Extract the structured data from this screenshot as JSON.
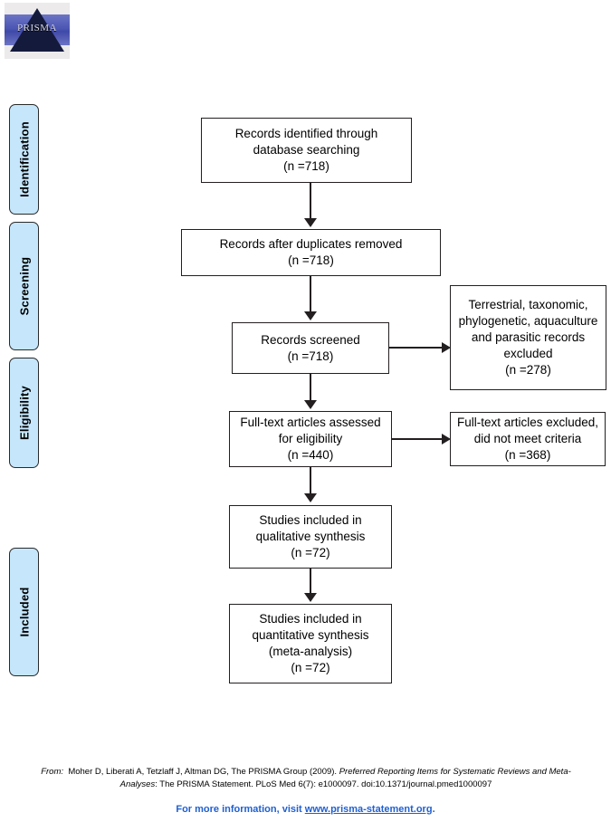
{
  "logo": {
    "name": "PRISMA",
    "wordmark": "PRISMA"
  },
  "stages": [
    {
      "id": "identification",
      "label": "Identification"
    },
    {
      "id": "screening",
      "label": "Screening"
    },
    {
      "id": "eligibility",
      "label": "Eligibility"
    },
    {
      "id": "included",
      "label": "Included"
    }
  ],
  "boxes": {
    "identified": {
      "lines": [
        "Records identified through",
        "database searching",
        "(n =718)"
      ],
      "count": 718
    },
    "duplicates": {
      "lines": [
        "Records after duplicates removed",
        "(n =718)"
      ],
      "count": 718
    },
    "screened": {
      "lines": [
        "Records screened",
        "(n =718)"
      ],
      "count": 718
    },
    "excluded_screening": {
      "lines": [
        "Terrestrial, taxonomic,",
        "phylogenetic, aquaculture",
        "and parasitic records",
        "excluded",
        "(n =278)"
      ],
      "count": 278
    },
    "fulltext": {
      "lines": [
        "Full-text articles assessed",
        "for eligibility",
        "(n =440)"
      ],
      "count": 440
    },
    "excluded_eligibility": {
      "lines": [
        "Full-text articles excluded,",
        "did not meet criteria",
        "(n =368)"
      ],
      "count": 368
    },
    "qualitative": {
      "lines": [
        "Studies included in",
        "qualitative synthesis",
        "(n =72)"
      ],
      "count": 72
    },
    "quantitative": {
      "lines": [
        "Studies included in",
        "quantitative synthesis",
        "(meta-analysis)",
        "(n =72)"
      ],
      "count": 72
    }
  },
  "footer": {
    "citation_line1_prefix": "From:",
    "citation_line1_plain": "Moher D, Liberati A, Tetzlaff J, Altman DG, The PRISMA Group (2009).",
    "citation_line1_italic": "Preferred Reporting Items for Systematic Reviews and Meta-",
    "citation_line2_italic": "Analyses",
    "citation_line2_plain": ": The PRISMA Statement. PLoS Med 6(7): e1000097. doi:10.1371/journal.pmed1000097",
    "more_info_prefix": "For more information, visit ",
    "more_info_url": "www.prisma-statement.org",
    "more_info_suffix": "."
  },
  "colors": {
    "stage_fill": "#c5e6fb",
    "box_border": "#231f20",
    "link": "#1f5fd0",
    "logo_band": "#4d57b4",
    "logo_triangle": "#141a3c"
  }
}
